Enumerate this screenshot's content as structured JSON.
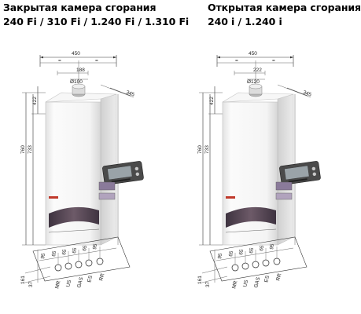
{
  "left": {
    "title_line1": "Закрытая камера сгорания",
    "title_line2": "240 Fi / 310 Fi / 1.240 Fi / 1.310 Fi",
    "dims": {
      "width": "450",
      "top_half_a": "=",
      "top_half_b": "=",
      "offset": "188",
      "diameter": "Ø100",
      "depth": "345",
      "top_height": "422",
      "height": "760",
      "inner_height": "733",
      "bottom_h1": "161",
      "bottom_h2": "37",
      "spacing": [
        "95",
        "65",
        "65",
        "65",
        "65",
        "95"
      ],
      "ports": [
        "MR",
        "US",
        "GAS",
        "ES",
        "RR"
      ]
    }
  },
  "right": {
    "title_line1": "Открытая камера сгорания",
    "title_line2": "240 i / 1.240 i",
    "dims": {
      "width": "450",
      "top_half_a": "=",
      "top_half_b": "=",
      "offset": "222",
      "diameter": "Ø120",
      "depth": "345",
      "top_height": "422",
      "height": "760",
      "inner_height": "733",
      "bottom_h1": "161",
      "bottom_h2": "37",
      "spacing": [
        "95",
        "65",
        "65",
        "65",
        "65",
        "95"
      ],
      "ports": [
        "MR",
        "US",
        "GAS",
        "ES",
        "RR"
      ]
    }
  },
  "colors": {
    "boiler_body": "#f4f4f4",
    "boiler_edge": "#c8c8c8",
    "panel_dark": "#3a3a3a",
    "panel_accent": "#8a7a9a",
    "logo_red": "#c0392b",
    "bottom_dark": "#5a4a55"
  }
}
